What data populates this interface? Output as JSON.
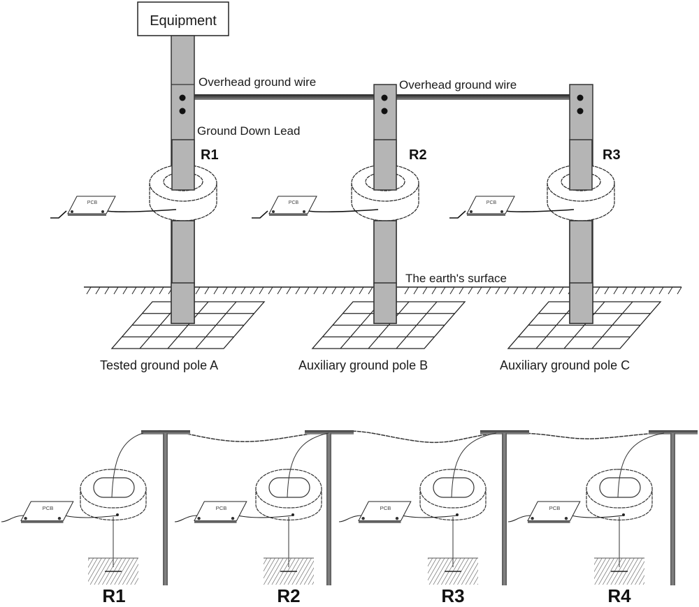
{
  "top_diagram": {
    "equipment_label": "Equipment",
    "overhead_wire_label_1": "Overhead ground wire",
    "overhead_wire_label_2": "Overhead ground wire",
    "down_lead_label": "Ground Down Lead",
    "earth_surface_label": "The earth's surface",
    "poles": [
      {
        "resistance_label": "R1",
        "ground_label": "Tested ground pole A",
        "pcb_label": "PCB"
      },
      {
        "resistance_label": "R2",
        "ground_label": "Auxiliary ground pole B",
        "pcb_label": "PCB"
      },
      {
        "resistance_label": "R3",
        "ground_label": "Auxiliary ground pole C",
        "pcb_label": "PCB"
      }
    ]
  },
  "bottom_diagram": {
    "units": [
      {
        "resistance_label": "R1",
        "pcb_label": "PCB"
      },
      {
        "resistance_label": "R2",
        "pcb_label": "PCB"
      },
      {
        "resistance_label": "R3",
        "pcb_label": "PCB"
      },
      {
        "resistance_label": "R4",
        "pcb_label": "PCB"
      }
    ]
  },
  "colors": {
    "pole_fill": "#b5b5b5",
    "line": "#222222",
    "wire_dark": "#3a3a3a"
  }
}
